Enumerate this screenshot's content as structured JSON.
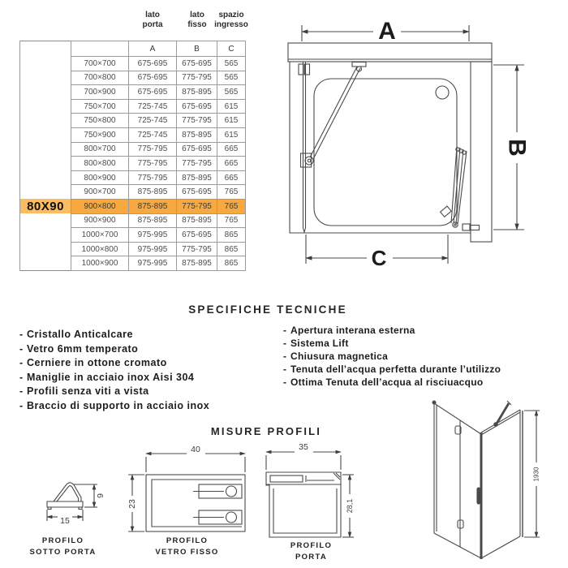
{
  "table": {
    "top_headers": [
      {
        "l1": "lato",
        "l2": "porta"
      },
      {
        "l1": "lato",
        "l2": "fisso"
      },
      {
        "l1": "spazio",
        "l2": "ingresso"
      }
    ],
    "letter_headers": [
      "A",
      "B",
      "C"
    ],
    "highlight_label": "80X90",
    "highlight_row_color": "#f7a93f",
    "highlight_label_color": "#fbbc62",
    "rows": [
      {
        "dims": "700×700",
        "a": "675-695",
        "b": "675-695",
        "c": "565"
      },
      {
        "dims": "700×800",
        "a": "675-695",
        "b": "775-795",
        "c": "565"
      },
      {
        "dims": "700×900",
        "a": "675-695",
        "b": "875-895",
        "c": "565"
      },
      {
        "dims": "750×700",
        "a": "725-745",
        "b": "675-695",
        "c": "615"
      },
      {
        "dims": "750×800",
        "a": "725-745",
        "b": "775-795",
        "c": "615"
      },
      {
        "dims": "750×900",
        "a": "725-745",
        "b": "875-895",
        "c": "615"
      },
      {
        "dims": "800×700",
        "a": "775-795",
        "b": "675-695",
        "c": "665"
      },
      {
        "dims": "800×800",
        "a": "775-795",
        "b": "775-795",
        "c": "665"
      },
      {
        "dims": "800×900",
        "a": "775-795",
        "b": "875-895",
        "c": "665"
      },
      {
        "dims": "900×700",
        "a": "875-895",
        "b": "675-695",
        "c": "765"
      },
      {
        "dims": "900×800",
        "a": "875-895",
        "b": "775-795",
        "c": "765"
      },
      {
        "dims": "900×900",
        "a": "875-895",
        "b": "875-895",
        "c": "765"
      },
      {
        "dims": "1000×700",
        "a": "975-995",
        "b": "675-695",
        "c": "865"
      },
      {
        "dims": "1000×800",
        "a": "975-995",
        "b": "775-795",
        "c": "865"
      },
      {
        "dims": "1000×900",
        "a": "975-995",
        "b": "875-895",
        "c": "865"
      }
    ]
  },
  "diagram": {
    "a": "A",
    "b": "B",
    "c": "C"
  },
  "spec": {
    "title": "SPECIFICHE TECNICHE",
    "bullet_char": "-",
    "left": [
      "Cristallo Anticalcare",
      "Vetro 6mm temperato",
      "Cerniere in ottone cromato",
      "Maniglie in acciaio inox Aisi 304",
      "Profili senza viti a vista",
      "Braccio di supporto in acciaio inox"
    ],
    "right": [
      "Apertura interana esterna",
      "Sistema Lift",
      "Chiusura magnetica",
      "Tenuta dell’acqua perfetta durante l’utilizzo",
      "Ottima Tenuta dell’acqua al risciuacquo"
    ]
  },
  "profiles": {
    "title": "MISURE PROFILI",
    "sotto_porta": {
      "l1": "PROFILO",
      "l2": "SOTTO PORTA",
      "width": "15",
      "height": "9"
    },
    "vetro_fisso": {
      "l1": "PROFILO",
      "l2": "VETRO FISSO",
      "width": "40",
      "height": "23"
    },
    "porta": {
      "l1": "PROFILO",
      "l2": "PORTA",
      "width": "35",
      "height": "28,1"
    },
    "door_view": {
      "height": "1930"
    }
  }
}
